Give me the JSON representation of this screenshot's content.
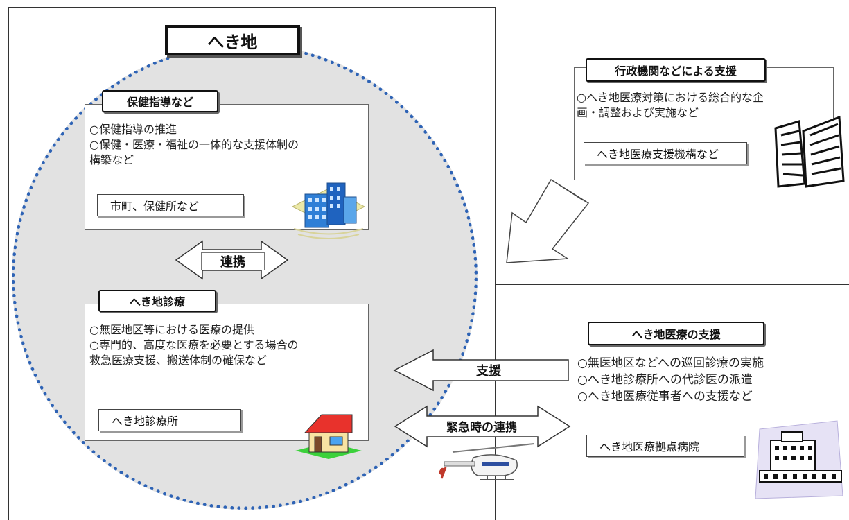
{
  "title": "へき地",
  "left_top": {
    "tag": "保健指導など",
    "desc": "○保健指導の推進\n○保健・医療・福祉の一体的な支援体制の\n構築など",
    "label": "市町、保健所など",
    "icon": "office-building-icon"
  },
  "link_label": "連携",
  "left_bottom": {
    "tag": "へき地診療",
    "desc": "○無医地区等における医療の提供\n○専門的、高度な医療を必要とする場合の\n救急医療支援、搬送体制の確保など",
    "label": "へき地診療所",
    "icon": "clinic-house-icon"
  },
  "right_top": {
    "tag": "行政機関などによる支援",
    "desc": "○へき地医療対策における総合的な企\n画・調整および実施など",
    "label": "へき地医療支援機構など",
    "icon": "government-building-icon"
  },
  "right_bottom": {
    "tag": "へき地医療の支援",
    "desc": "○無医地区などへの巡回診療の実施\n○へき地診療所への代診医の派遣\n○へき地医療従事者への支援など",
    "label": "へき地医療拠点病院",
    "icon": "hospital-icon"
  },
  "support_label": "支援",
  "emergency_label": "緊急時の連携",
  "helicopter_icon": "helicopter-icon",
  "colors": {
    "circle_border": "#2e63b5",
    "circle_fill": "#e2e2e2"
  }
}
